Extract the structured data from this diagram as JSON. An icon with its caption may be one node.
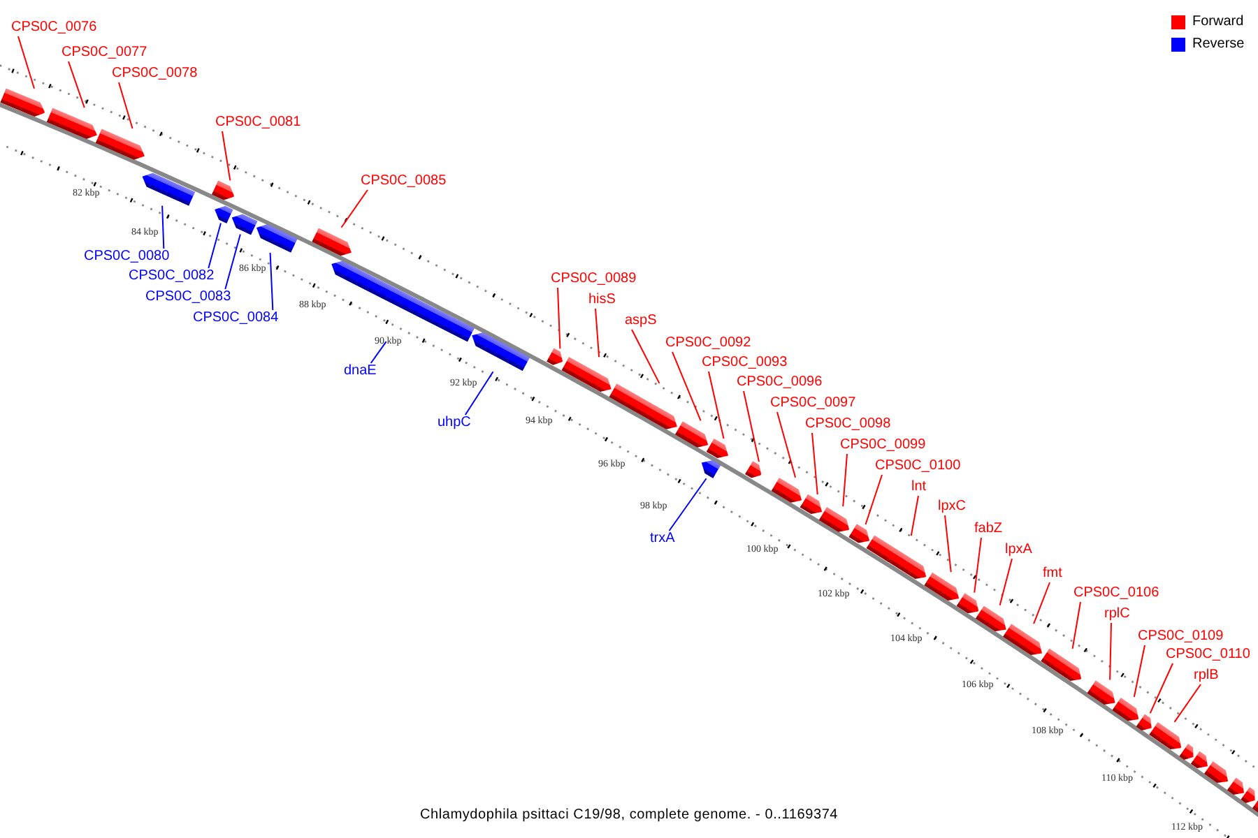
{
  "diagram": {
    "caption": "Chlamydophila psittaci C19/98, complete genome. - 0..1169374",
    "nodes": [
      {
        "text": [
          "CPS0C_0076"
        ]
      },
      {
        "text": [
          "CPS0C_0077"
        ]
      },
      {
        "text": [
          "CPS0C_0078"
        ]
      },
      {
        "text": [
          "CPS0C_0081"
        ]
      },
      {
        "text": [
          "CPS0C_0085"
        ]
      },
      {
        "text": [
          "CPS0C_0080"
        ]
      },
      {
        "text": [
          "CPS0C_0082"
        ]
      },
      {
        "text": [
          "CPS0C_0089"
        ]
      },
      {
        "text": [
          "CPS0C_0083"
        ]
      },
      {
        "text": [
          "hisS"
        ]
      },
      {
        "text": [
          "CPS0C_0084"
        ]
      },
      {
        "text": [
          "aspS"
        ]
      },
      {
        "text": [
          "CPS0C_0092"
        ]
      },
      {
        "text": [
          "CPS0C_0093"
        ]
      },
      {
        "text": [
          "dnaE"
        ]
      },
      {
        "text": [
          "CPS0C_0096"
        ]
      },
      {
        "text": [
          "CPS0C_0097"
        ]
      },
      {
        "text": [
          "uhpC"
        ]
      },
      {
        "text": [
          "CPS0C_0098"
        ]
      },
      {
        "text": [
          "CPS0C_0099"
        ]
      },
      {
        "text": [
          "CPS0C_0100"
        ]
      },
      {
        "text": [
          "lnt"
        ]
      },
      {
        "text": [
          "lpxC"
        ]
      },
      {
        "text": [
          "trxA"
        ]
      },
      {
        "text": [
          "fabZ"
        ]
      },
      {
        "text": [
          "lpxA"
        ]
      },
      {
        "text": [
          "fmt"
        ]
      },
      {
        "text": [
          "CPS0C_0106"
        ]
      },
      {
        "text": [
          "rplC"
        ]
      },
      {
        "text": [
          "CPS0C_0109"
        ]
      },
      {
        "text": [
          "CPS0C_0110"
        ]
      },
      {
        "text": [
          "rplB"
        ]
      },
      {
        "text": [],
        "shape": "bar"
      },
      {
        "text": [],
        "shape": "bar"
      },
      {
        "text": [],
        "shape": "bar"
      },
      {
        "text": [],
        "shape": "bar"
      },
      {
        "text": [],
        "shape": "bar"
      },
      {
        "text": [],
        "shape": "bar"
      },
      {
        "text": [],
        "shape": "bar"
      },
      {
        "text": [],
        "shape": "bar"
      },
      {
        "text": [],
        "shape": "bar"
      },
      {
        "text": [],
        "shape": "bar"
      },
      {
        "text": [],
        "shape": "bar"
      },
      {
        "text": [],
        "shape": "bar"
      },
      {
        "text": [],
        "shape": "bar"
      },
      {
        "text": [],
        "shape": "bar"
      },
      {
        "text": [],
        "shape": "bar"
      },
      {
        "text": [],
        "shape": "bar"
      },
      {
        "text": [],
        "shape": "bar"
      },
      {
        "text": [],
        "shape": "bar"
      },
      {
        "text": [],
        "shape": "bar"
      },
      {
        "text": [],
        "shape": "bar"
      },
      {
        "text": [],
        "shape": "bar"
      },
      {
        "text": [],
        "shape": "bar"
      },
      {
        "text": [],
        "shape": "bar"
      },
      {
        "text": [],
        "shape": "bar"
      },
      {
        "text": [],
        "shape": "bar"
      },
      {
        "text": [],
        "shape": "bar"
      },
      {
        "text": [],
        "shape": "bar"
      },
      {
        "text": [],
        "shape": "bar"
      },
      {
        "text": [],
        "shape": "bar"
      },
      {
        "text": [],
        "shape": "bar"
      },
      {
        "text": [],
        "shape": "bar"
      },
      {
        "text": [],
        "shape": "bar"
      },
      {
        "text": [],
        "shape": "bar"
      },
      {
        "text": [],
        "shape": "bar"
      },
      {
        "text": [],
        "shape": "bar"
      },
      {
        "text": [],
        "shape": "bar"
      },
      {
        "text": [],
        "shape": "bar"
      },
      {
        "text": [],
        "shape": "bar"
      }
    ],
    "edges": [
      {
        "from": 0,
        "to": 32,
        "arrow": "none"
      },
      {
        "from": 1,
        "to": 33,
        "arrow": "none"
      },
      {
        "from": 2,
        "to": 34,
        "arrow": "none"
      },
      {
        "from": 3,
        "to": 36,
        "arrow": "none"
      },
      {
        "from": 4,
        "to": 40,
        "arrow": "none"
      },
      {
        "from": 5,
        "to": 35,
        "arrow": "none",
        "color": "#0000ff"
      },
      {
        "from": 6,
        "to": 37,
        "arrow": "none",
        "color": "#0000ff"
      },
      {
        "from": 7,
        "to": 43,
        "arrow": "none"
      },
      {
        "from": 8,
        "to": 38,
        "arrow": "none",
        "color": "#0000ff"
      },
      {
        "from": 9,
        "to": 44,
        "arrow": "none"
      },
      {
        "from": 10,
        "to": 39,
        "arrow": "none",
        "color": "#0000ff"
      },
      {
        "from": 11,
        "to": 45,
        "arrow": "none"
      },
      {
        "from": 12,
        "to": 46,
        "arrow": "none"
      },
      {
        "from": 13,
        "to": 47,
        "arrow": "none"
      },
      {
        "from": 14,
        "to": 41,
        "arrow": "none",
        "color": "#0000ff"
      },
      {
        "from": 15,
        "to": 49,
        "arrow": "none"
      },
      {
        "from": 16,
        "to": 50,
        "arrow": "none"
      },
      {
        "from": 17,
        "to": 42,
        "arrow": "none",
        "color": "#0000ff"
      },
      {
        "from": 18,
        "to": 51,
        "arrow": "none"
      },
      {
        "from": 19,
        "to": 52,
        "arrow": "none"
      },
      {
        "from": 20,
        "to": 53,
        "arrow": "none"
      },
      {
        "from": 21,
        "to": 54,
        "arrow": "none"
      },
      {
        "from": 22,
        "to": 55,
        "arrow": "none"
      },
      {
        "from": 23,
        "to": 48,
        "arrow": "none",
        "color": "#0000ff"
      },
      {
        "from": 24,
        "to": 56,
        "arrow": "none"
      },
      {
        "from": 25,
        "to": 57,
        "arrow": "none"
      },
      {
        "from": 26,
        "to": 58,
        "arrow": "none"
      },
      {
        "from": 27,
        "to": 59,
        "arrow": "none"
      },
      {
        "from": 28,
        "to": 60,
        "arrow": "none"
      },
      {
        "from": 29,
        "to": 61,
        "arrow": "none"
      },
      {
        "from": 30,
        "to": 62,
        "arrow": "none"
      },
      {
        "from": 31,
        "to": 63,
        "arrow": "none"
      }
    ],
    "labels": [
      "82 kbp",
      "84 kbp",
      "86 kbp",
      "88 kbp",
      "90 kbp",
      "92 kbp",
      "94 kbp",
      "96 kbp",
      "98 kbp",
      "100 kbp",
      "102 kbp",
      "104 kbp",
      "106 kbp",
      "108 kbp",
      "110 kbp",
      "112 kbp"
    ],
    "legend": [
      {
        "text": "Forward",
        "color": "#ff0000"
      },
      {
        "text": "Reverse",
        "color": "#0000ff"
      }
    ]
  }
}
